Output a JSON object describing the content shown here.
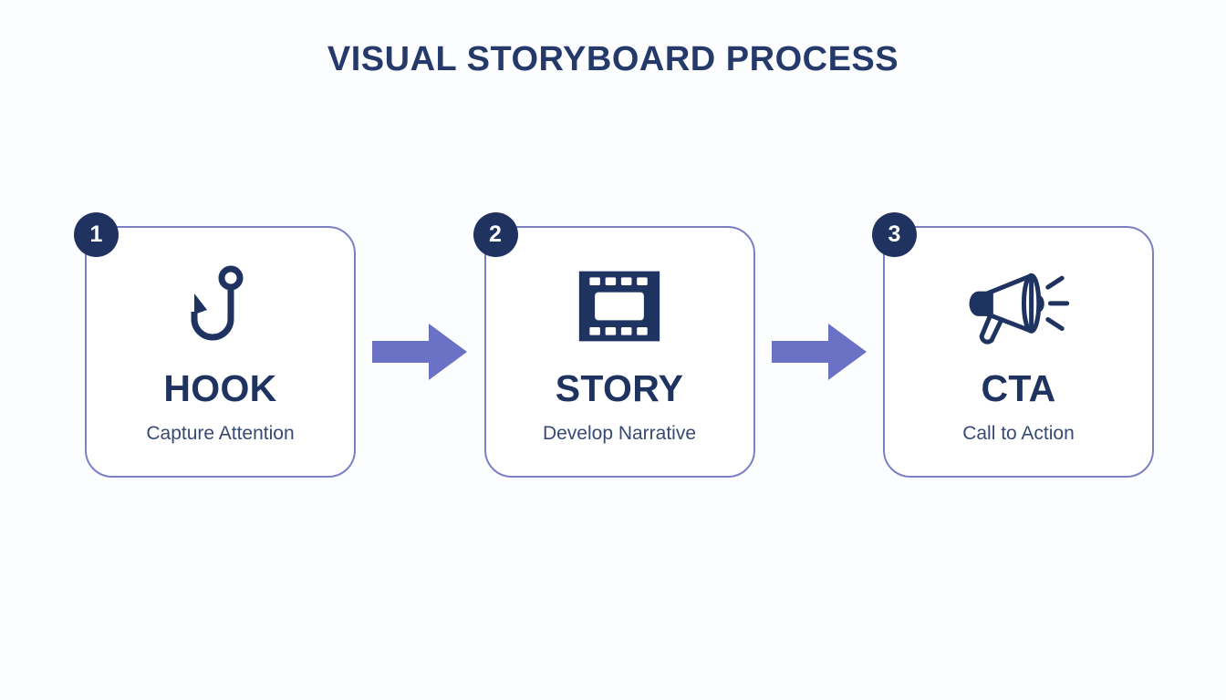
{
  "page": {
    "title": "VISUAL STORYBOARD PROCESS",
    "background_color": "#fcfdff"
  },
  "colors": {
    "title_navy": "#253a6b",
    "card_border": "#7b7fc4",
    "badge_fill": "#1f3260",
    "badge_text": "#ffffff",
    "icon_navy": "#1f3360",
    "heading_navy": "#1f3360",
    "subtitle_navy": "#384a72",
    "arrow_periwinkle": "#6b71c4"
  },
  "steps": [
    {
      "number": "1",
      "icon": "fishing-hook-icon",
      "title": "HOOK",
      "subtitle": "Capture Attention"
    },
    {
      "number": "2",
      "icon": "film-strip-icon",
      "title": "STORY",
      "subtitle": "Develop Narrative"
    },
    {
      "number": "3",
      "icon": "megaphone-icon",
      "title": "CTA",
      "subtitle": "Call to Action"
    }
  ],
  "connectors": [
    {
      "icon": "arrow-right-icon"
    },
    {
      "icon": "arrow-right-icon"
    }
  ]
}
